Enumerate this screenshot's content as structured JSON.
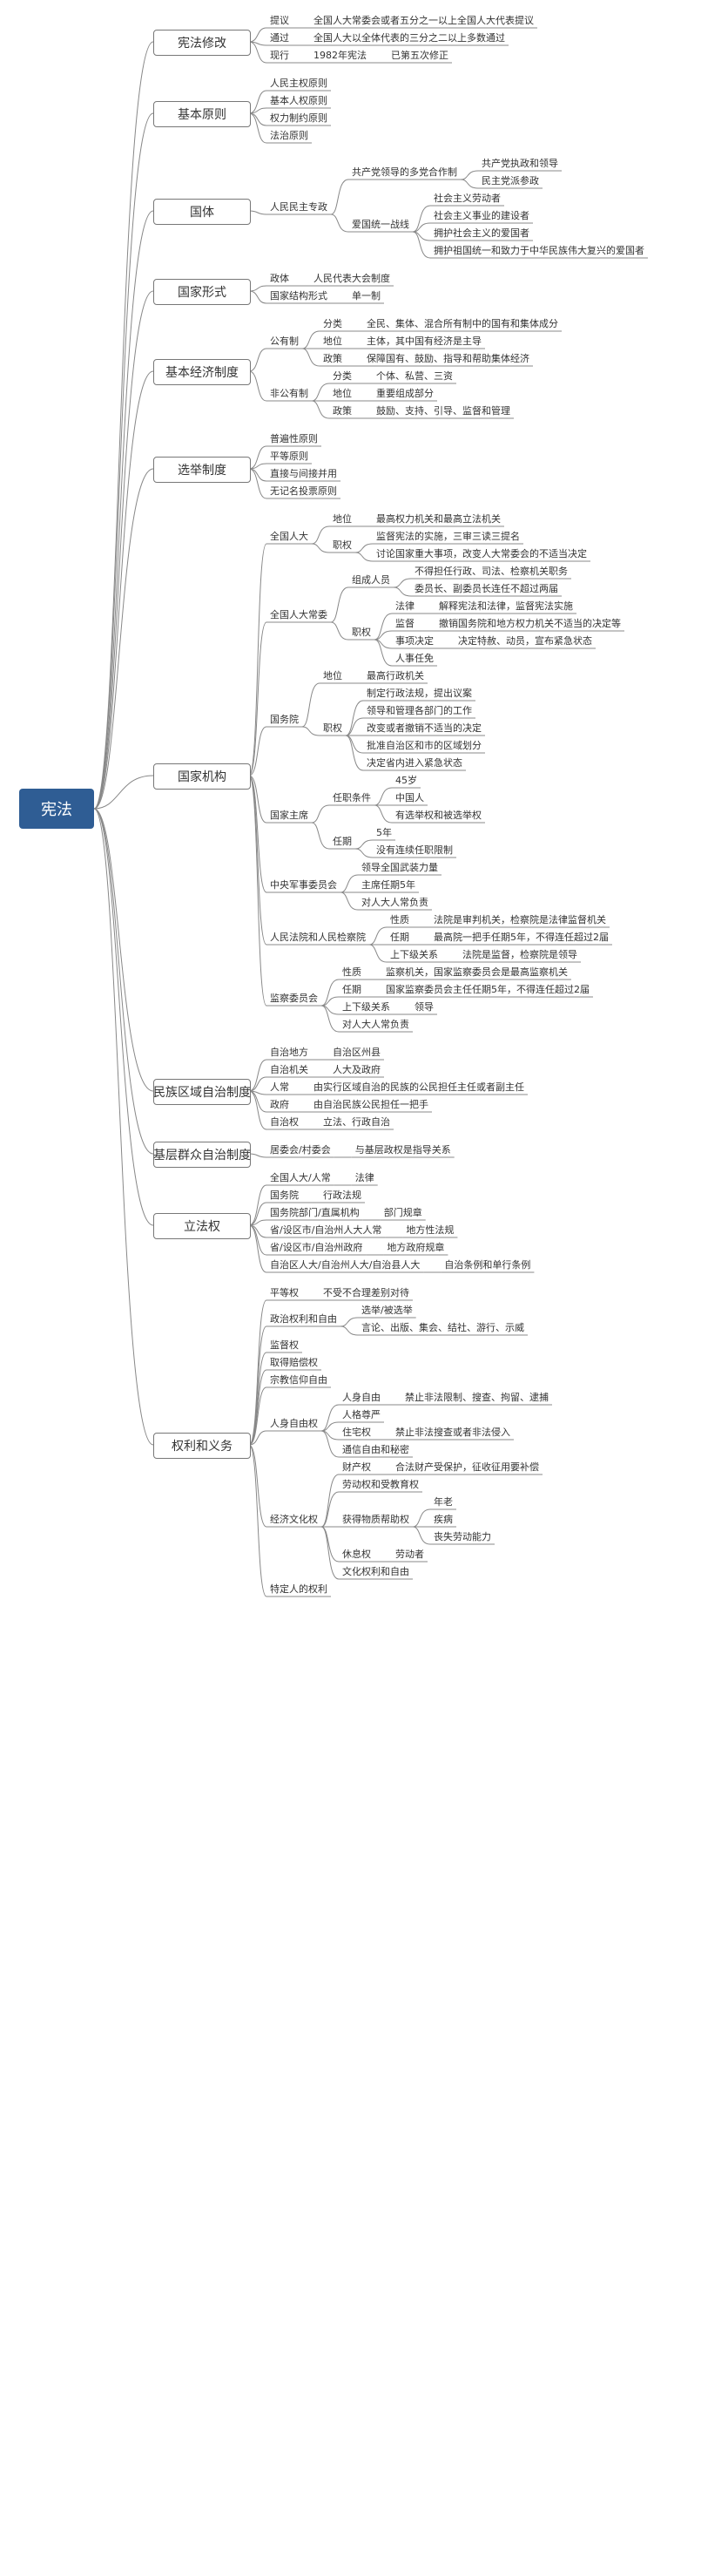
{
  "root": "宪法",
  "colors": {
    "root_bg": "#2f5d94",
    "root_text": "#ffffff",
    "line": "#888888",
    "text": "#333333"
  },
  "branches": [
    {
      "label": "宪法修改",
      "children": [
        {
          "label": "提议",
          "children": [
            {
              "label": "全国人大常委会或者五分之一以上全国人大代表提议"
            }
          ]
        },
        {
          "label": "通过",
          "children": [
            {
              "label": "全国人大以全体代表的三分之二以上多数通过"
            }
          ]
        },
        {
          "label": "现行",
          "children": [
            {
              "label": "1982年宪法",
              "children": [
                {
                  "label": "已第五次修正"
                }
              ]
            }
          ]
        }
      ]
    },
    {
      "label": "基本原则",
      "children": [
        {
          "label": "人民主权原则"
        },
        {
          "label": "基本人权原则"
        },
        {
          "label": "权力制约原则"
        },
        {
          "label": "法治原则"
        }
      ]
    },
    {
      "label": "国体",
      "children": [
        {
          "label": "人民民主专政",
          "children": [
            {
              "label": "共产党领导的多党合作制",
              "children": [
                {
                  "label": "共产党执政和领导"
                },
                {
                  "label": "民主党派参政"
                }
              ]
            },
            {
              "label": "爱国统一战线",
              "children": [
                {
                  "label": "社会主义劳动者"
                },
                {
                  "label": "社会主义事业的建设者"
                },
                {
                  "label": "拥护社会主义的爱国者"
                },
                {
                  "label": "拥护祖国统一和致力于中华民族伟大复兴的爱国者"
                }
              ]
            }
          ]
        }
      ]
    },
    {
      "label": "国家形式",
      "children": [
        {
          "label": "政体",
          "children": [
            {
              "label": "人民代表大会制度"
            }
          ]
        },
        {
          "label": "国家结构形式",
          "children": [
            {
              "label": "单一制"
            }
          ]
        }
      ]
    },
    {
      "label": "基本经济制度",
      "children": [
        {
          "label": "公有制",
          "children": [
            {
              "label": "分类",
              "children": [
                {
                  "label": "全民、集体、混合所有制中的国有和集体成分"
                }
              ]
            },
            {
              "label": "地位",
              "children": [
                {
                  "label": "主体，其中国有经济是主导"
                }
              ]
            },
            {
              "label": "政策",
              "children": [
                {
                  "label": "保障国有、鼓励、指导和帮助集体经济"
                }
              ]
            }
          ]
        },
        {
          "label": "非公有制",
          "children": [
            {
              "label": "分类",
              "children": [
                {
                  "label": "个体、私营、三资"
                }
              ]
            },
            {
              "label": "地位",
              "children": [
                {
                  "label": "重要组成部分"
                }
              ]
            },
            {
              "label": "政策",
              "children": [
                {
                  "label": "鼓励、支持、引导、监督和管理"
                }
              ]
            }
          ]
        }
      ]
    },
    {
      "label": "选举制度",
      "children": [
        {
          "label": "普遍性原则"
        },
        {
          "label": "平等原则"
        },
        {
          "label": "直接与间接并用"
        },
        {
          "label": "无记名投票原则"
        }
      ]
    },
    {
      "label": "国家机构",
      "children": [
        {
          "label": "全国人大",
          "children": [
            {
              "label": "地位",
              "children": [
                {
                  "label": "最高权力机关和最高立法机关"
                }
              ]
            },
            {
              "label": "职权",
              "children": [
                {
                  "label": "监督宪法的实施，三审三读三提名"
                },
                {
                  "label": "讨论国家重大事项，改变人大常委会的不适当决定"
                }
              ]
            }
          ]
        },
        {
          "label": "全国人大常委",
          "children": [
            {
              "label": "组成人员",
              "children": [
                {
                  "label": "不得担任行政、司法、检察机关职务"
                },
                {
                  "label": "委员长、副委员长连任不超过两届"
                }
              ]
            },
            {
              "label": "职权",
              "children": [
                {
                  "label": "法律",
                  "children": [
                    {
                      "label": "解释宪法和法律，监督宪法实施"
                    }
                  ]
                },
                {
                  "label": "监督",
                  "children": [
                    {
                      "label": "撤销国务院和地方权力机关不适当的决定等"
                    }
                  ]
                },
                {
                  "label": "事项决定",
                  "children": [
                    {
                      "label": "决定特赦、动员，宣布紧急状态"
                    }
                  ]
                },
                {
                  "label": "人事任免"
                }
              ]
            }
          ]
        },
        {
          "label": "国务院",
          "children": [
            {
              "label": "地位",
              "children": [
                {
                  "label": "最高行政机关"
                }
              ]
            },
            {
              "label": "职权",
              "children": [
                {
                  "label": "制定行政法规，提出议案"
                },
                {
                  "label": "领导和管理各部门的工作"
                },
                {
                  "label": "改变或者撤销不适当的决定"
                },
                {
                  "label": "批准自治区和市的区域划分"
                },
                {
                  "label": "决定省内进入紧急状态"
                }
              ]
            }
          ]
        },
        {
          "label": "国家主席",
          "children": [
            {
              "label": "任职条件",
              "children": [
                {
                  "label": "45岁"
                },
                {
                  "label": "中国人"
                },
                {
                  "label": "有选举权和被选举权"
                }
              ]
            },
            {
              "label": "任期",
              "children": [
                {
                  "label": "5年"
                },
                {
                  "label": "没有连续任职限制"
                }
              ]
            }
          ]
        },
        {
          "label": "中央军事委员会",
          "children": [
            {
              "label": "领导全国武装力量"
            },
            {
              "label": "主席任期5年"
            },
            {
              "label": "对人大人常负责"
            }
          ]
        },
        {
          "label": "人民法院和人民检察院",
          "children": [
            {
              "label": "性质",
              "children": [
                {
                  "label": "法院是审判机关，检察院是法律监督机关"
                }
              ]
            },
            {
              "label": "任期",
              "children": [
                {
                  "label": "最高院一把手任期5年，不得连任超过2届"
                }
              ]
            },
            {
              "label": "上下级关系",
              "children": [
                {
                  "label": "法院是监督，检察院是领导"
                }
              ]
            }
          ]
        },
        {
          "label": "监察委员会",
          "children": [
            {
              "label": "性质",
              "children": [
                {
                  "label": "监察机关，国家监察委员会是最高监察机关"
                }
              ]
            },
            {
              "label": "任期",
              "children": [
                {
                  "label": "国家监察委员会主任任期5年，不得连任超过2届"
                }
              ]
            },
            {
              "label": "上下级关系",
              "children": [
                {
                  "label": "领导"
                }
              ]
            },
            {
              "label": "对人大人常负责"
            }
          ]
        }
      ]
    },
    {
      "label": "民族区域自治制度",
      "children": [
        {
          "label": "自治地方",
          "children": [
            {
              "label": "自治区州县"
            }
          ]
        },
        {
          "label": "自治机关",
          "children": [
            {
              "label": "人大及政府"
            }
          ]
        },
        {
          "label": "人常",
          "children": [
            {
              "label": "由实行区域自治的民族的公民担任主任或者副主任"
            }
          ]
        },
        {
          "label": "政府",
          "children": [
            {
              "label": "由自治民族公民担任一把手"
            }
          ]
        },
        {
          "label": "自治权",
          "children": [
            {
              "label": "立法、行政自治"
            }
          ]
        }
      ]
    },
    {
      "label": "基层群众自治制度",
      "children": [
        {
          "label": "居委会/村委会",
          "children": [
            {
              "label": "与基层政权是指导关系"
            }
          ]
        }
      ]
    },
    {
      "label": "立法权",
      "children": [
        {
          "label": "全国人大/人常",
          "children": [
            {
              "label": "法律"
            }
          ]
        },
        {
          "label": "国务院",
          "children": [
            {
              "label": "行政法规"
            }
          ]
        },
        {
          "label": "国务院部门/直属机构",
          "children": [
            {
              "label": "部门规章"
            }
          ]
        },
        {
          "label": "省/设区市/自治州人大人常",
          "children": [
            {
              "label": "地方性法规"
            }
          ]
        },
        {
          "label": "省/设区市/自治州政府",
          "children": [
            {
              "label": "地方政府规章"
            }
          ]
        },
        {
          "label": "自治区人大/自治州人大/自治县人大",
          "children": [
            {
              "label": "自治条例和单行条例"
            }
          ]
        }
      ]
    },
    {
      "label": "权利和义务",
      "children": [
        {
          "label": "平等权",
          "children": [
            {
              "label": "不受不合理差别对待"
            }
          ]
        },
        {
          "label": "政治权利和自由",
          "children": [
            {
              "label": "选举/被选举"
            },
            {
              "label": "言论、出版、集会、结社、游行、示威"
            }
          ]
        },
        {
          "label": "监督权"
        },
        {
          "label": "取得赔偿权"
        },
        {
          "label": "宗教信仰自由"
        },
        {
          "label": "人身自由权",
          "children": [
            {
              "label": "人身自由",
              "children": [
                {
                  "label": "禁止非法限制、搜查、拘留、逮捕"
                }
              ]
            },
            {
              "label": "人格尊严"
            },
            {
              "label": "住宅权",
              "children": [
                {
                  "label": "禁止非法搜查或者非法侵入"
                }
              ]
            },
            {
              "label": "通信自由和秘密"
            }
          ]
        },
        {
          "label": "经济文化权",
          "children": [
            {
              "label": "财产权",
              "children": [
                {
                  "label": "合法财产受保护，征收征用要补偿"
                }
              ]
            },
            {
              "label": "劳动权和受教育权"
            },
            {
              "label": "获得物质帮助权",
              "children": [
                {
                  "label": "年老"
                },
                {
                  "label": "疾病"
                },
                {
                  "label": "丧失劳动能力"
                }
              ]
            },
            {
              "label": "休息权",
              "children": [
                {
                  "label": "劳动者"
                }
              ]
            },
            {
              "label": "文化权利和自由"
            }
          ]
        },
        {
          "label": "特定人的权利"
        }
      ]
    }
  ]
}
